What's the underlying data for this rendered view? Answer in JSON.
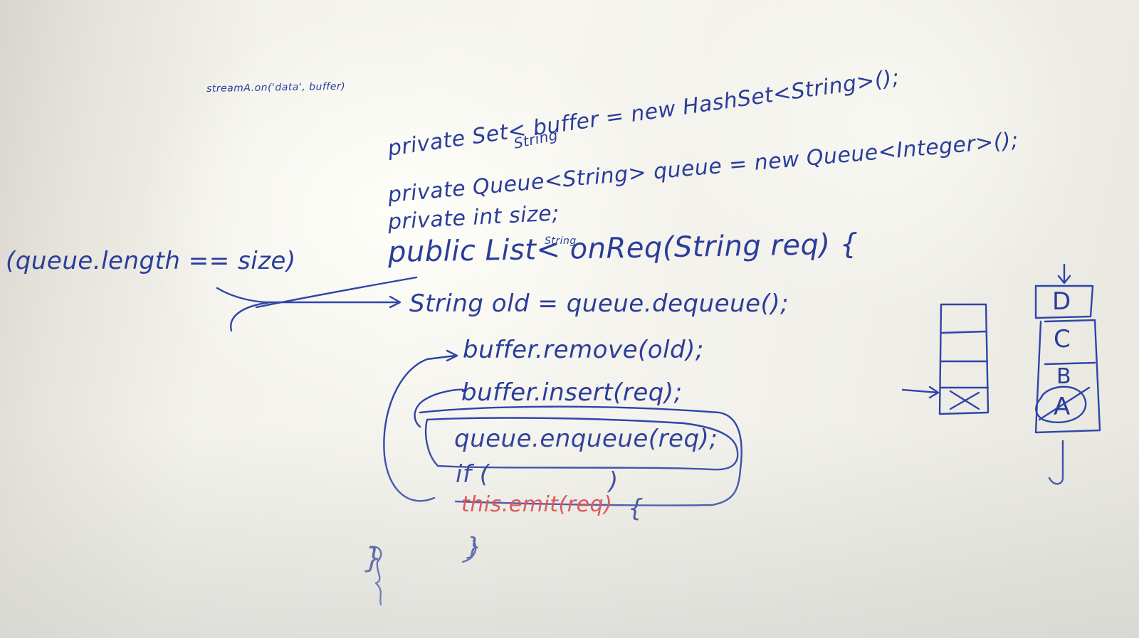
{
  "whiteboard": {
    "line_stream": "streamA.on('data', buffer)",
    "line_set_generic": "String",
    "line_set": "private Set< buffer = new HashSet<String>();",
    "line_queue": "private Queue<String> queue = new Queue<Integer>();",
    "line_size": "private int size;",
    "line_list_generic": "String",
    "line_method": "public List< onReq(String req) {",
    "line_condition": "(queue.length == size)",
    "line_old": "String old = queue.dequeue();",
    "line_remove": "buffer.remove(old);",
    "line_insert": "buffer.insert(req);",
    "line_enqueue": "queue.enqueue(req);",
    "line_if": "if (",
    "line_emit": "this.emit(req)",
    "line_if_brace": "{",
    "line_close_inner": "}",
    "line_close_outer": "}",
    "stack_labels": [
      "D",
      "C",
      "B",
      "A"
    ]
  }
}
